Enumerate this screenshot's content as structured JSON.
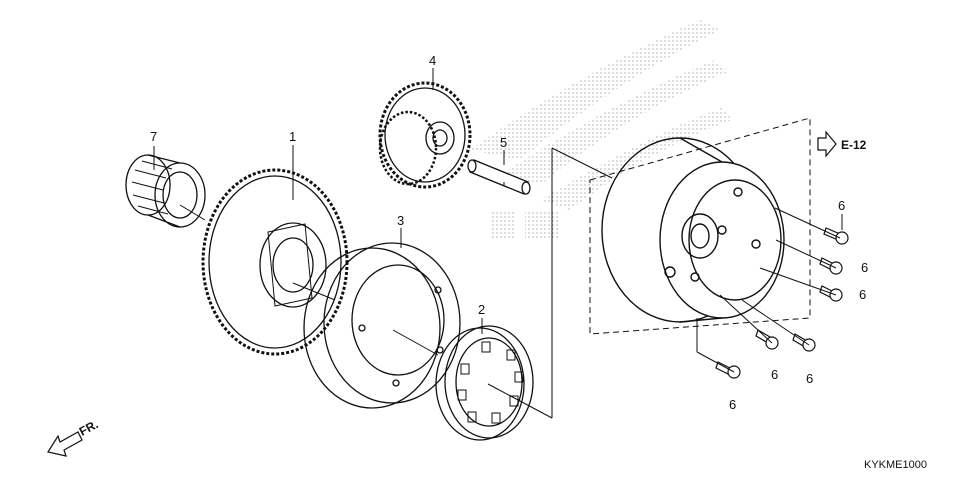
{
  "diagram": {
    "callouts": [
      {
        "id": "c1",
        "label": "1"
      },
      {
        "id": "c2",
        "label": "2"
      },
      {
        "id": "c3",
        "label": "3"
      },
      {
        "id": "c4",
        "label": "4"
      },
      {
        "id": "c5",
        "label": "5"
      },
      {
        "id": "c6a",
        "label": "6"
      },
      {
        "id": "c6b",
        "label": "6"
      },
      {
        "id": "c6c",
        "label": "6"
      },
      {
        "id": "c6d",
        "label": "6"
      },
      {
        "id": "c6e",
        "label": "6"
      },
      {
        "id": "c6f",
        "label": "6"
      },
      {
        "id": "c7",
        "label": "7"
      }
    ],
    "reference": {
      "label": "E-12"
    },
    "direction": {
      "label": "FR."
    },
    "code": "KYKME1000",
    "watermark_color": "#9a9a9a",
    "line_color": "#111111"
  }
}
